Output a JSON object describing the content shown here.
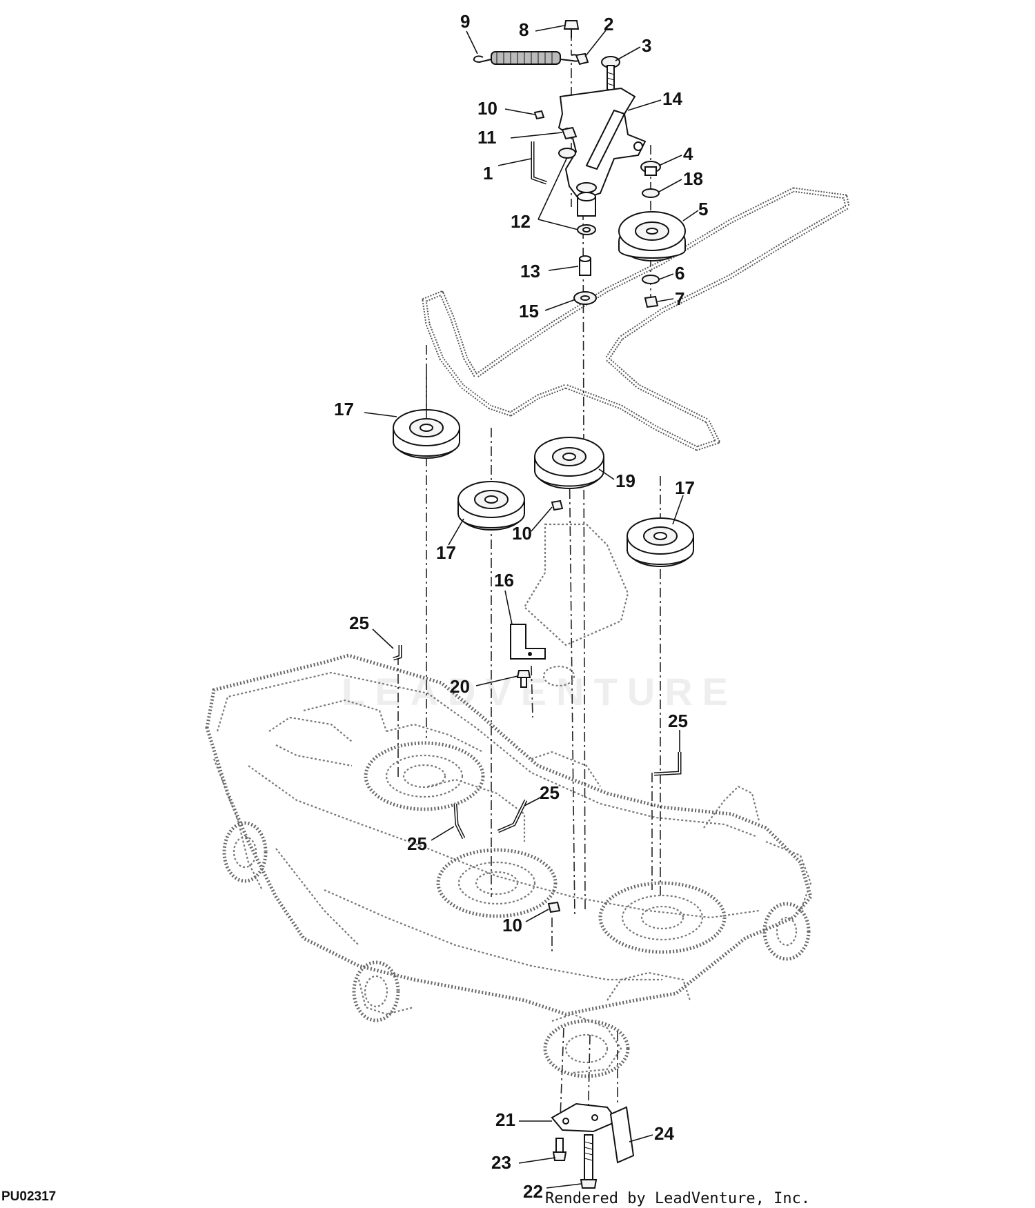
{
  "diagram_id": "PU02317",
  "credit": "Rendered by LeadVenture, Inc.",
  "watermark": "LEADVENTURE",
  "callouts": [
    {
      "id": "c9",
      "label": "9"
    },
    {
      "id": "c8",
      "label": "8"
    },
    {
      "id": "c2",
      "label": "2"
    },
    {
      "id": "c3",
      "label": "3"
    },
    {
      "id": "c14",
      "label": "14"
    },
    {
      "id": "c10a",
      "label": "10"
    },
    {
      "id": "c11",
      "label": "11"
    },
    {
      "id": "c1",
      "label": "1"
    },
    {
      "id": "c4",
      "label": "4"
    },
    {
      "id": "c18",
      "label": "18"
    },
    {
      "id": "c5",
      "label": "5"
    },
    {
      "id": "c12",
      "label": "12"
    },
    {
      "id": "c13",
      "label": "13"
    },
    {
      "id": "c6",
      "label": "6"
    },
    {
      "id": "c15",
      "label": "15"
    },
    {
      "id": "c7",
      "label": "7"
    },
    {
      "id": "c17a",
      "label": "17"
    },
    {
      "id": "c19",
      "label": "19"
    },
    {
      "id": "c17b",
      "label": "17"
    },
    {
      "id": "c17c",
      "label": "17"
    },
    {
      "id": "c10b",
      "label": "10"
    },
    {
      "id": "c16",
      "label": "16"
    },
    {
      "id": "c25a",
      "label": "25"
    },
    {
      "id": "c20",
      "label": "20"
    },
    {
      "id": "c25b",
      "label": "25"
    },
    {
      "id": "c25c",
      "label": "25"
    },
    {
      "id": "c25d",
      "label": "25"
    },
    {
      "id": "c10c",
      "label": "10"
    },
    {
      "id": "c21",
      "label": "21"
    },
    {
      "id": "c24",
      "label": "24"
    },
    {
      "id": "c23",
      "label": "23"
    },
    {
      "id": "c22",
      "label": "22"
    }
  ]
}
